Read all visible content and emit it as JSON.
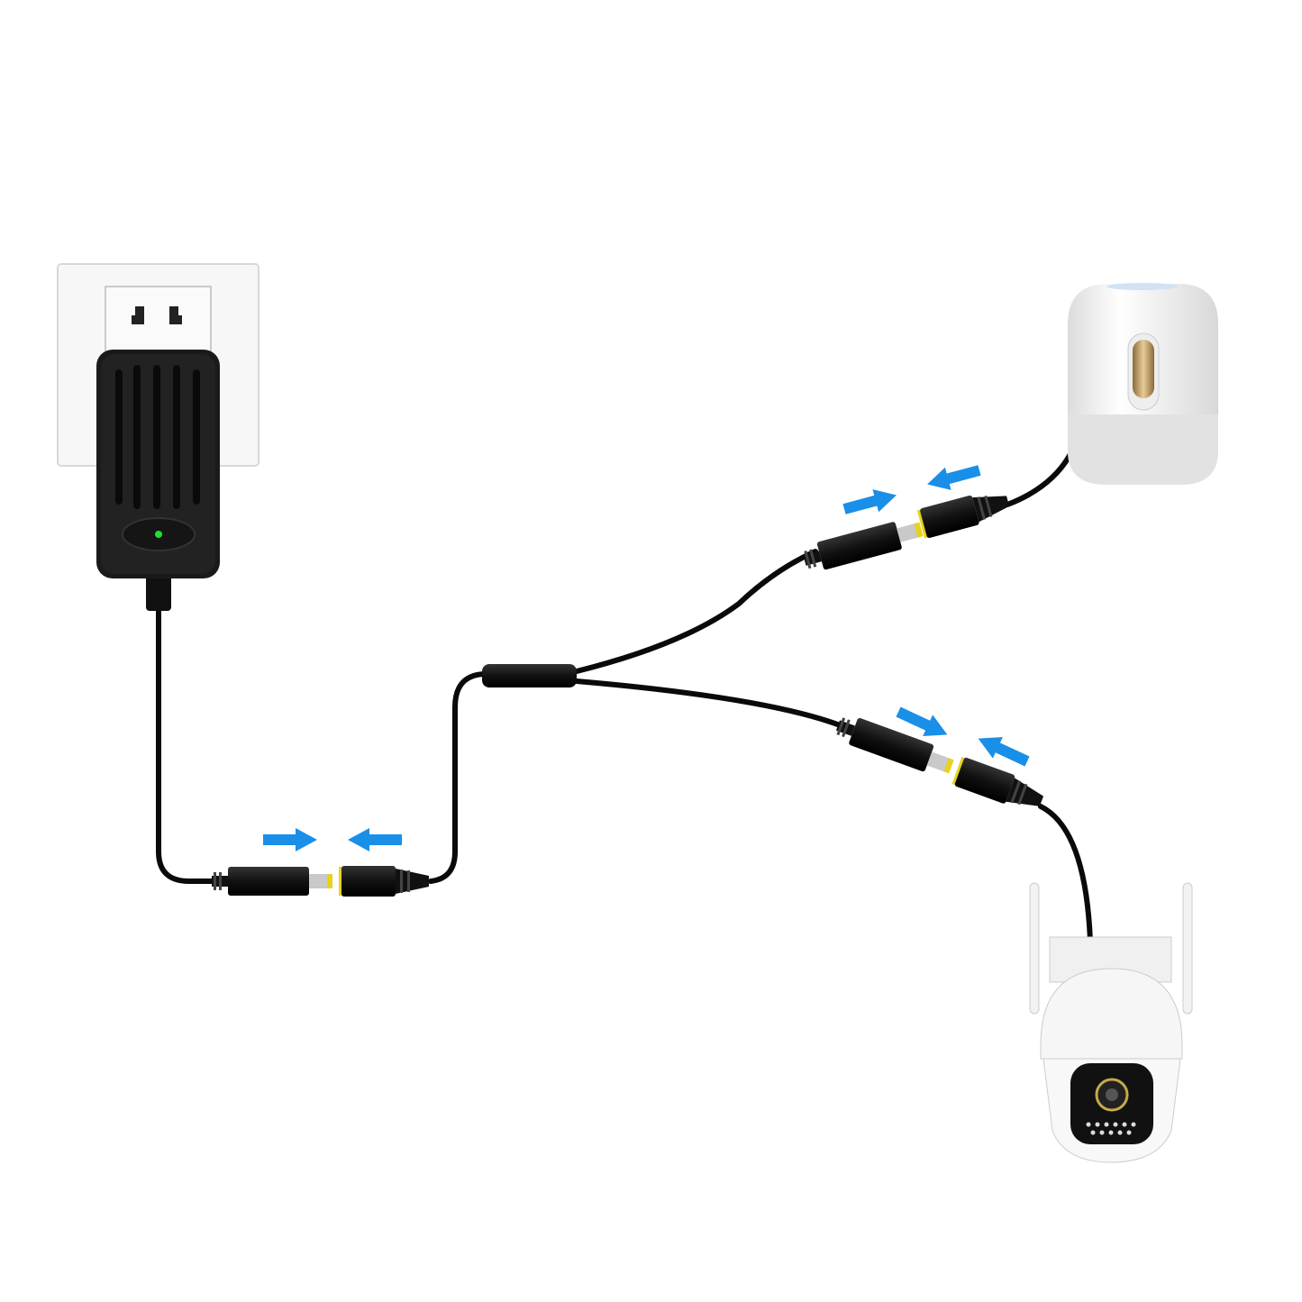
{
  "diagram": {
    "components": [
      "wall-socket",
      "power-adapter",
      "y-splitter-cable",
      "smart-speaker",
      "security-camera"
    ],
    "colors": {
      "arrow": "#1a8fe8",
      "cable": "#0a0a0a",
      "plug_tip": "#e8d21a",
      "led": "#22dd33",
      "speaker_accent": "#b8914f",
      "device_white": "#f4f4f4"
    }
  }
}
